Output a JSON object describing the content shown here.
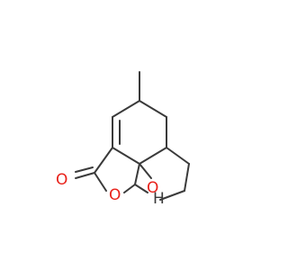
{
  "molecule": {
    "atoms": {
      "carbonyl_oxygen": {
        "symbol": "O",
        "color": "#e8221b"
      },
      "ring_oxygen": {
        "symbol": "O",
        "color": "#e8221b"
      },
      "bridge_oxygen": {
        "symbol": "O",
        "color": "#e8221b"
      },
      "stereo_hydrogen": {
        "symbol": "H",
        "color": "#3a3a3a"
      }
    },
    "bond_color": "#3a3a3a"
  }
}
